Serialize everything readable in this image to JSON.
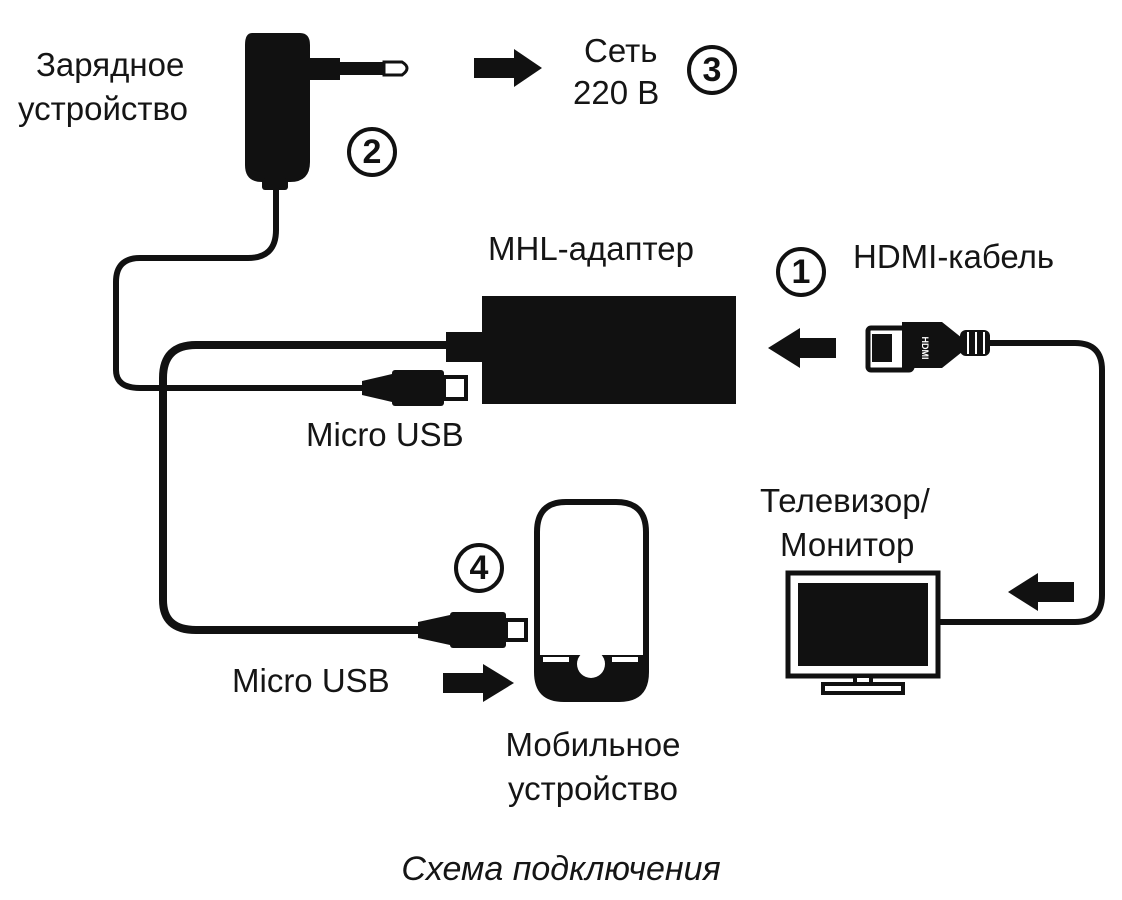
{
  "labels": {
    "charger": [
      "Зарядное",
      "устройство"
    ],
    "network": [
      "Сеть",
      "220 В"
    ],
    "adapter": "MHL-адаптер",
    "hdmi_cable": "HDMI-кабель",
    "micro_usb_top": "Micro USB",
    "tv": [
      "Телевизор/",
      "Монитор"
    ],
    "micro_usb_bottom": "Micro USB",
    "mobile": [
      "Мобильное",
      "устройство"
    ],
    "hdmi_plug_text": "HDMI"
  },
  "steps": [
    "1",
    "2",
    "3",
    "4"
  ],
  "caption": "Схема подключения"
}
